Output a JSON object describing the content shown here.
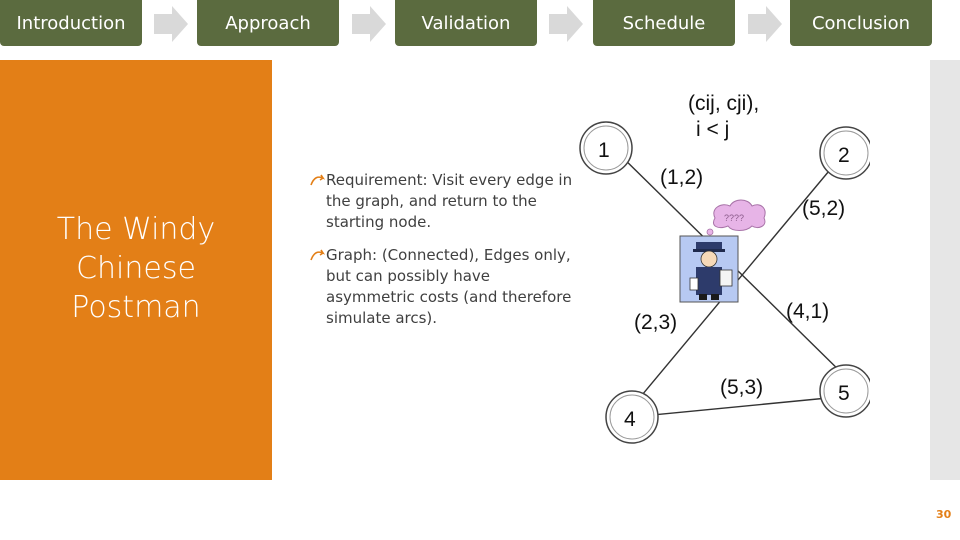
{
  "nav": {
    "tabs": [
      {
        "label": "Introduction"
      },
      {
        "label": "Approach"
      },
      {
        "label": "Validation"
      },
      {
        "label": "Schedule"
      },
      {
        "label": "Conclusion"
      }
    ]
  },
  "side": {
    "title_lines": [
      "The Windy",
      "Chinese",
      "Postman"
    ]
  },
  "bullets": [
    {
      "text": "Requirement: Visit every edge in the graph, and return to the starting node."
    },
    {
      "text": "Graph: (Connected), Edges only, but can possibly have asymmetric costs (and therefore simulate arcs)."
    }
  ],
  "graph": {
    "legend_line1": "(cij, cji),",
    "legend_line2": "i < j",
    "nodes": [
      "1",
      "2",
      "4",
      "5"
    ],
    "edges": [
      "(1,2)",
      "(5,2)",
      "(2,3)",
      "(4,1)",
      "(5,3)"
    ],
    "cloud_text": "????"
  },
  "page_number": "30",
  "colors": {
    "nav": "#5b6b3f",
    "accent": "#e37f17",
    "strip": "#e6e6e6"
  }
}
